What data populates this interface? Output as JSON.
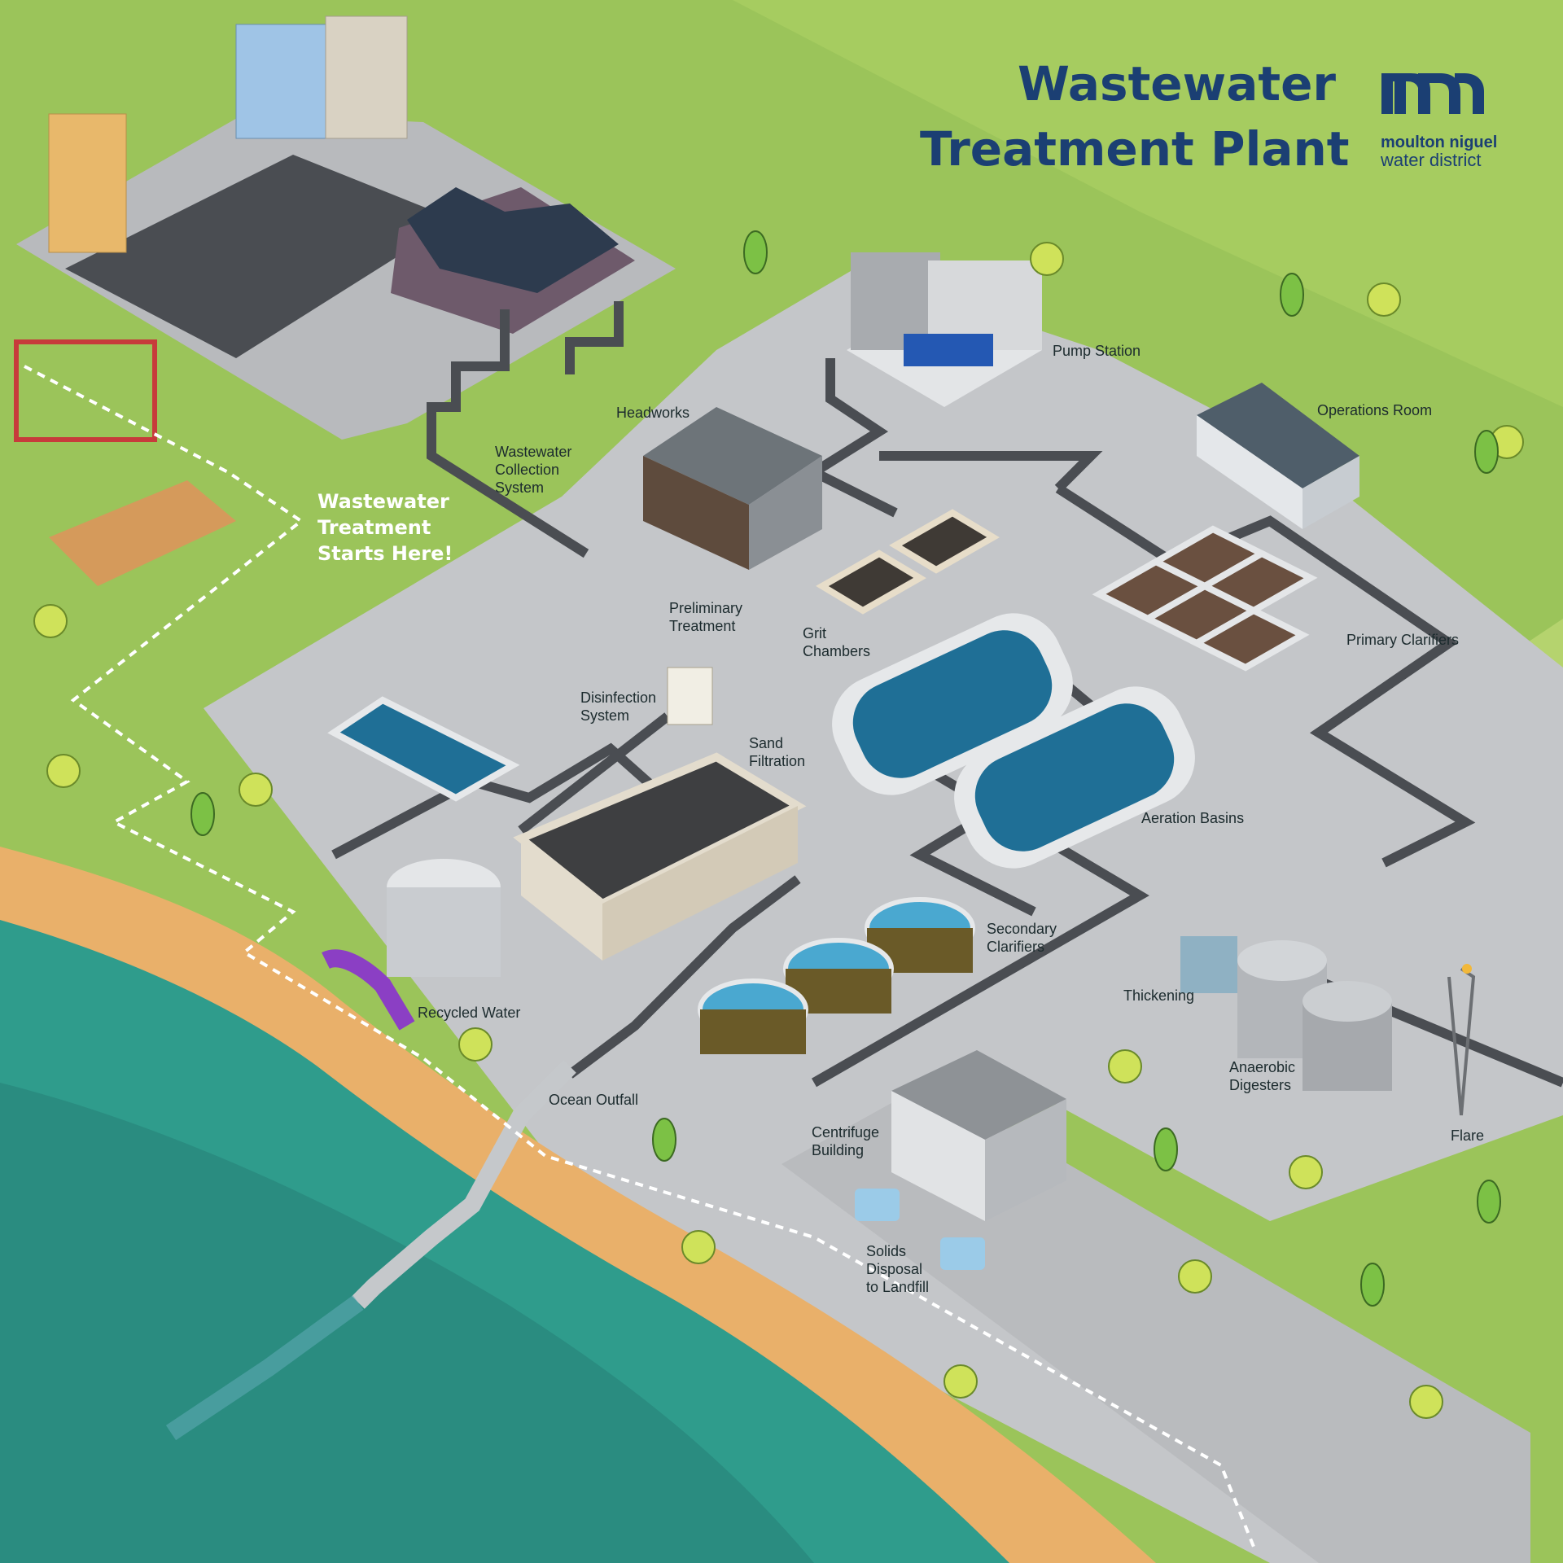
{
  "title": {
    "line1": "Wastewater",
    "line2": "Treatment Plant"
  },
  "brand": {
    "name": "moulton niguel",
    "tagline": "water district",
    "logo_letter": "m"
  },
  "start_message": "Wastewater\nTreatment\nStarts Here!",
  "labels": {
    "pump_station": "Pump Station",
    "operations_room": "Operations Room",
    "headworks": "Headworks",
    "wastewater_collection": "Wastewater\nCollection\nSystem",
    "preliminary_treatment": "Preliminary\nTreatment",
    "grit_chambers": "Grit\nChambers",
    "primary_clarifiers": "Primary Clarifiers",
    "disinfection_system": "Disinfection\nSystem",
    "sand_filtration": "Sand\nFiltration",
    "aeration_basins": "Aeration Basins",
    "secondary_clarifiers": "Secondary\nClarifiers",
    "thickening": "Thickening",
    "anaerobic_digesters": "Anaerobic\nDigesters",
    "flare": "Flare",
    "recycled_water": "Recycled Water",
    "ocean_outfall": "Ocean Outfall",
    "centrifuge_building": "Centrifuge\nBuilding",
    "solids_disposal": "Solids\nDisposal\nto Landfill"
  },
  "colors": {
    "grass": "#9bc45a",
    "grass_light": "#b5d36e",
    "plant_pad": "#c4c6c9",
    "pipe": "#4a4d52",
    "ocean": "#2f9c8c",
    "sand": "#e9b06a",
    "title_blue": "#1b3f73",
    "water": "#1f6f96"
  }
}
